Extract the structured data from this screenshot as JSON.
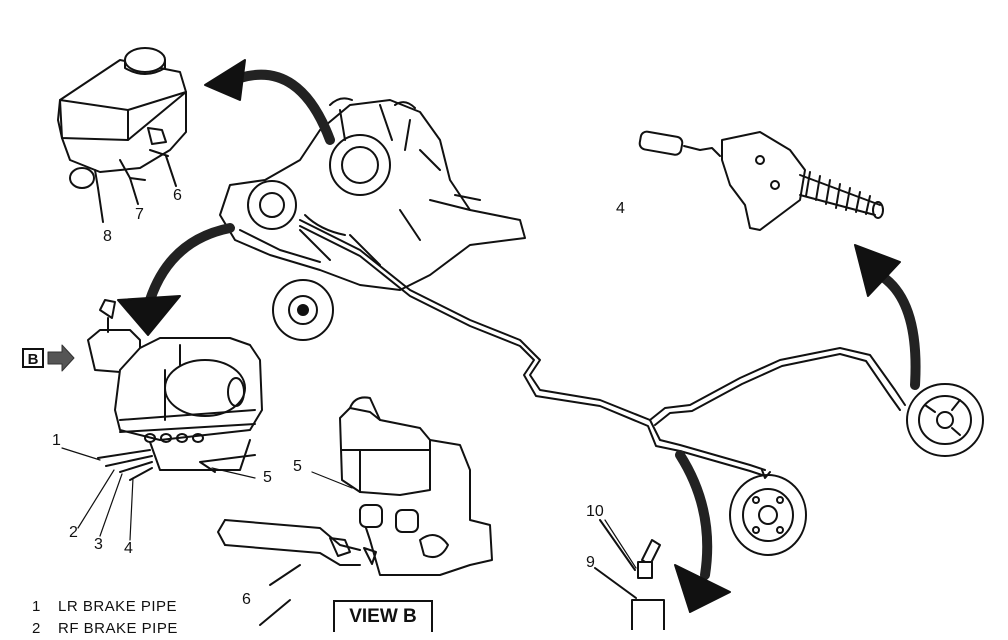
{
  "callouts": {
    "c8": "8",
    "c7": "7",
    "c6_top": "6",
    "c4_right": "4",
    "c1": "1",
    "c2": "2",
    "c3": "3",
    "c4_left": "4",
    "c5_left": "5",
    "c5_view": "5",
    "c6_view": "6",
    "c10": "10",
    "c9": "9"
  },
  "view_marker": "B",
  "view_label": "VIEW B",
  "legend": [
    {
      "num": "1",
      "text": "LR BRAKE PIPE"
    },
    {
      "num": "2",
      "text": "RF BRAKE PIPE"
    }
  ],
  "colors": {
    "ink": "#111111",
    "paper": "#ffffff",
    "shade": "#555555"
  }
}
